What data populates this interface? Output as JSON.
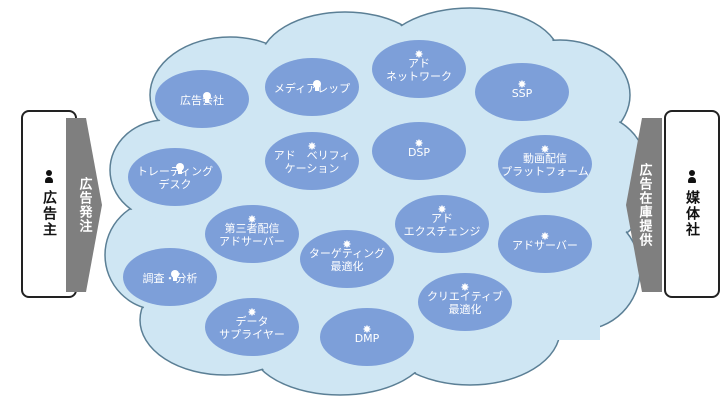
{
  "left_party": {
    "label": "広告主",
    "arrow_label": "広告発注",
    "icon": "person-icon"
  },
  "right_party": {
    "label": "媒体社",
    "arrow_label": "広告在庫提供",
    "icon": "person-icon"
  },
  "colors": {
    "cloud_fill": "#cfe6f3",
    "cloud_stroke": "#5b7f95",
    "node_fill": "#7d9fd9",
    "arrow_fill": "#7f7f7f"
  },
  "nodes": [
    {
      "id": "ad-agency",
      "label": "広告会社",
      "icon": "bulb-icon"
    },
    {
      "id": "media-rep",
      "label": "メディアレップ",
      "icon": "bulb-icon"
    },
    {
      "id": "ad-network",
      "label": "アド\nネットワーク",
      "icon": "star-icon"
    },
    {
      "id": "ssp",
      "label": "SSP",
      "icon": "star-icon"
    },
    {
      "id": "trading-desk",
      "label": "トレーディング\nデスク",
      "icon": "bulb-icon"
    },
    {
      "id": "ad-verification",
      "label": "アド　ベリフィ\nケーション",
      "icon": "star-icon"
    },
    {
      "id": "dsp",
      "label": "DSP",
      "icon": "star-icon"
    },
    {
      "id": "video-platform",
      "label": "動画配信\nプラットフォーム",
      "icon": "star-icon"
    },
    {
      "id": "third-party-ad-server",
      "label": "第三者配信\nアドサーバー",
      "icon": "star-icon"
    },
    {
      "id": "ad-exchange",
      "label": "アド\nエクスチェンジ",
      "icon": "star-icon"
    },
    {
      "id": "ad-server",
      "label": "アドサーバー",
      "icon": "star-icon"
    },
    {
      "id": "research",
      "label": "調査・分析",
      "icon": "bulb-icon"
    },
    {
      "id": "targeting",
      "label": "ターゲティング\n最適化",
      "icon": "star-icon"
    },
    {
      "id": "creative",
      "label": "クリエイティブ\n最適化",
      "icon": "star-icon"
    },
    {
      "id": "data-supplier",
      "label": "データ\nサプライヤー",
      "icon": "star-icon"
    },
    {
      "id": "dmp",
      "label": "DMP",
      "icon": "star-icon"
    }
  ]
}
